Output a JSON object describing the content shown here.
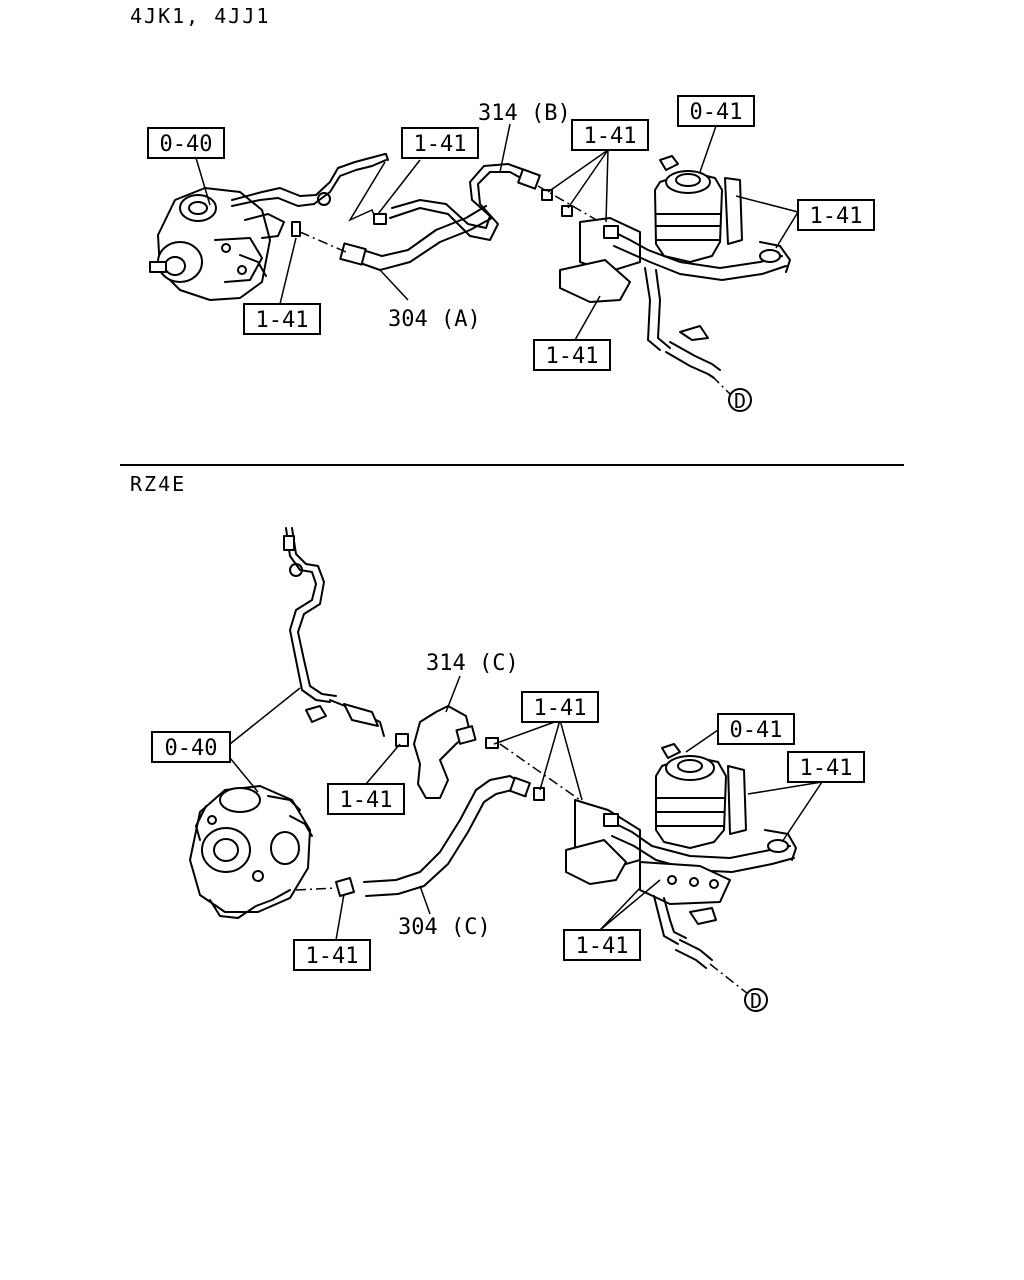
{
  "sections": [
    {
      "title": "4JK1, 4JJ1",
      "callouts": {
        "pump": "0-40",
        "filter": "0-41",
        "clip_upper": "1-41",
        "clip_center": "1-41",
        "clip_right": "1-41",
        "clip_pump": "1-41",
        "clip_bracket": "1-41"
      },
      "labels": {
        "hose_b": "314 (B)",
        "hose_a": "304 (A)",
        "ref": "D"
      }
    },
    {
      "title": "RZ4E",
      "callouts": {
        "pump": "0-40",
        "filter": "0-41",
        "clip_left": "1-41",
        "clip_center": "1-41",
        "clip_right": "1-41",
        "clip_pump": "1-41",
        "clip_bracket": "1-41"
      },
      "labels": {
        "hose_c_upper": "314 (C)",
        "hose_c_lower": "304 (C)",
        "ref": "D"
      }
    }
  ]
}
